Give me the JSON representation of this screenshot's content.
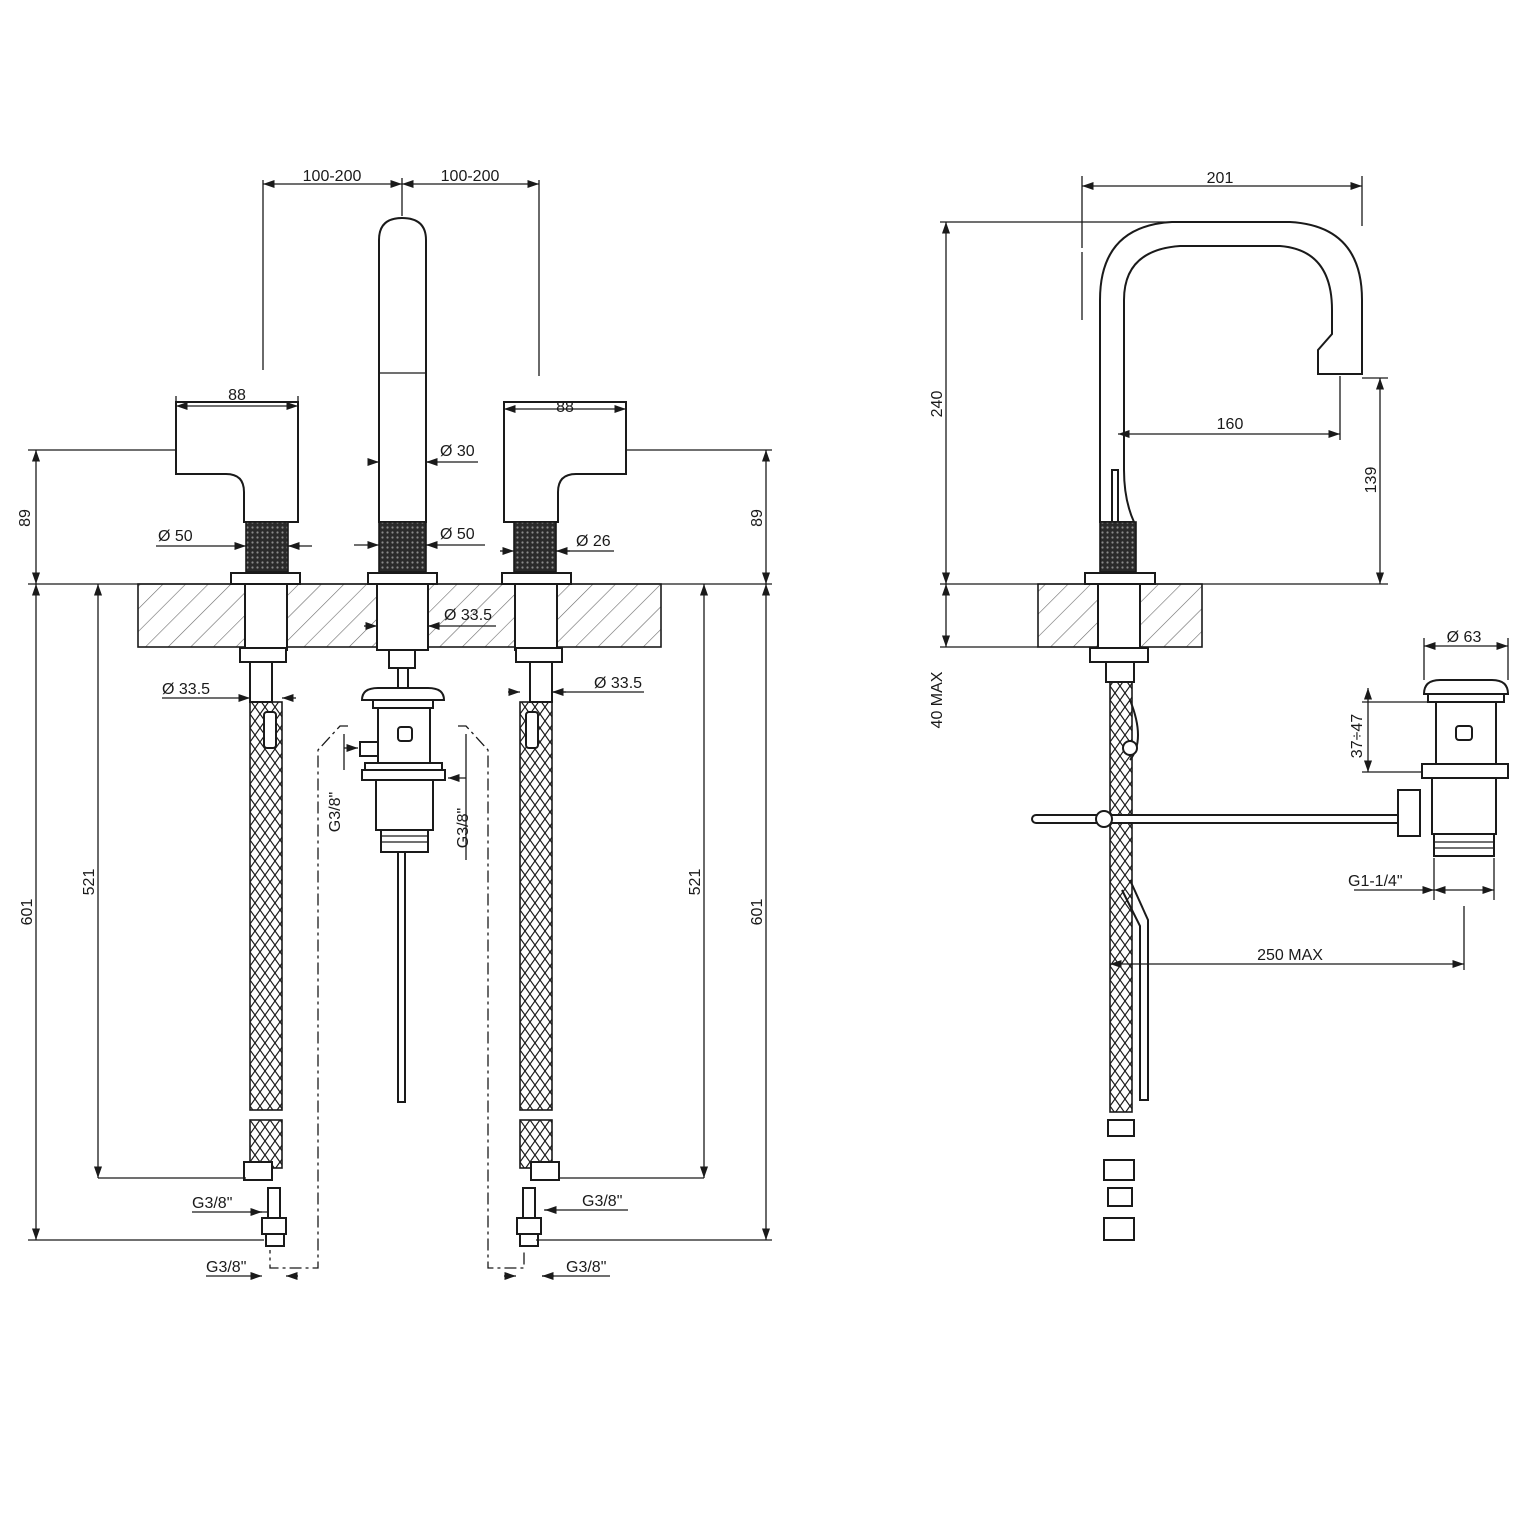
{
  "front_view": {
    "spacing_left": "100-200",
    "spacing_right": "100-200",
    "handle_left_width": "88",
    "handle_right_width": "88",
    "spout_diameter": "Ø 30",
    "left_base_diameter": "Ø 50",
    "center_base_diameter": "Ø 50",
    "right_base_diameter": "Ø 26",
    "height_left": "89",
    "height_right": "89",
    "center_hole_diameter": "Ø 33.5",
    "left_hole_diameter": "Ø 33.5",
    "right_hole_diameter": "Ø 33.5",
    "waste_thread_left": "G3/8\"",
    "waste_thread_right": "G3/8\"",
    "hose_length_left": "521",
    "hose_length_right": "521",
    "total_length_left": "601",
    "total_length_right": "601",
    "hose_thread_left_upper": "G3/8\"",
    "hose_thread_left_lower": "G3/8\"",
    "hose_thread_right_upper": "G3/8\"",
    "hose_thread_right_lower": "G3/8\""
  },
  "side_view": {
    "reach_total": "201",
    "spout_height": "240",
    "reach_spout": "160",
    "outlet_height": "139",
    "deck_thickness": "40 MAX",
    "waste_diameter": "Ø 63",
    "waste_height": "37÷47",
    "waste_thread": "G1-1/4\"",
    "rod_length": "250 MAX"
  }
}
